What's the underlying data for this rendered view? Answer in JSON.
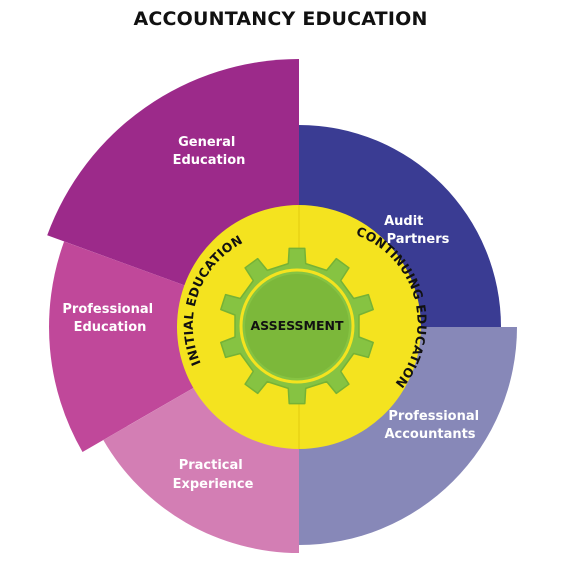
{
  "title": "ACCOUNTANCY EDUCATION",
  "segments": [
    {
      "key": "general",
      "lines": [
        "General",
        "Education"
      ],
      "color": "#9c2a8a"
    },
    {
      "key": "professional-education",
      "lines": [
        "Professional",
        "Education"
      ],
      "color": "#c0489a"
    },
    {
      "key": "practical",
      "lines": [
        "Practical",
        "Experience"
      ],
      "color": "#d37eb4"
    },
    {
      "key": "audit",
      "lines": [
        "Audit",
        "Partners"
      ],
      "color": "#3a3c93"
    },
    {
      "key": "professional-accountants",
      "lines": [
        "Professional",
        "Accountants"
      ],
      "color": "#8788b8"
    }
  ],
  "ring": {
    "left": "INITIAL EDUCATION",
    "right": "CONTINUING EDUCATION",
    "color": "#f4e31f"
  },
  "center": {
    "label": "ASSESSMENT",
    "gear_color": "#86c342",
    "hub_color": "#7cb83a"
  },
  "icons": [
    "gear-icon"
  ]
}
